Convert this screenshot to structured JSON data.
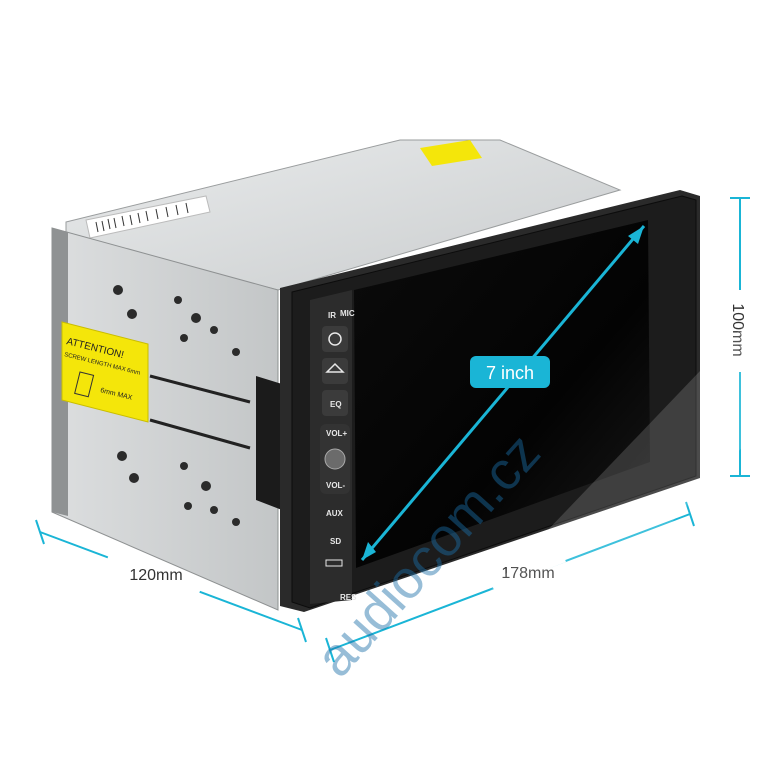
{
  "product": {
    "screen_size_label": "7 inch",
    "dimension_height": "100mm",
    "dimension_width": "178mm",
    "dimension_depth": "120mm",
    "watermark": "audiocom.cz",
    "sticker": {
      "title": "ATTENTION!",
      "line1": "SCREW LENGTH MAX 6mm",
      "line2": "6mm MAX"
    },
    "panel_labels": {
      "ir": "IR",
      "mic": "MIC",
      "eq": "EQ",
      "vol_plus": "VOL+",
      "vol_minus": "VOL-",
      "aux": "AUX",
      "sd": "SD",
      "res": "RES"
    }
  },
  "colors": {
    "accent": "#1ab5d6",
    "screen": "#050505",
    "bezel": "#1c1c1c",
    "chassis": "#d7d9da",
    "sticker": "#f4e60a"
  }
}
